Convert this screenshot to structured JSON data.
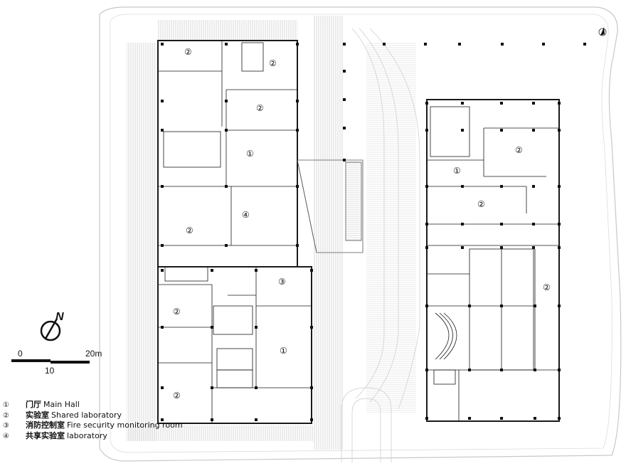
{
  "legend": [
    {
      "symbol": "①",
      "zh": "门厅",
      "en": "Main Hall"
    },
    {
      "symbol": "②",
      "zh": "实验室",
      "en": "Shared laboratory"
    },
    {
      "symbol": "③",
      "zh": "消防控制室",
      "en": "Fire security monitoring room"
    },
    {
      "symbol": "④",
      "zh": "共享实验室",
      "en": "laboratory"
    }
  ],
  "scale": {
    "zero": "0",
    "ten": "10",
    "twenty": "20m"
  },
  "compass": {
    "north": "N"
  },
  "rooms": {
    "w_2a": "②",
    "w_2b": "②",
    "w_2c": "②",
    "w_1a": "①",
    "w_4": "④",
    "w_2d": "②",
    "w_3": "③",
    "w_2e": "②",
    "w_1b": "①",
    "w_2f": "②",
    "e_2a": "②",
    "e_1": "①",
    "e_2b": "②",
    "e_2c": "②"
  }
}
